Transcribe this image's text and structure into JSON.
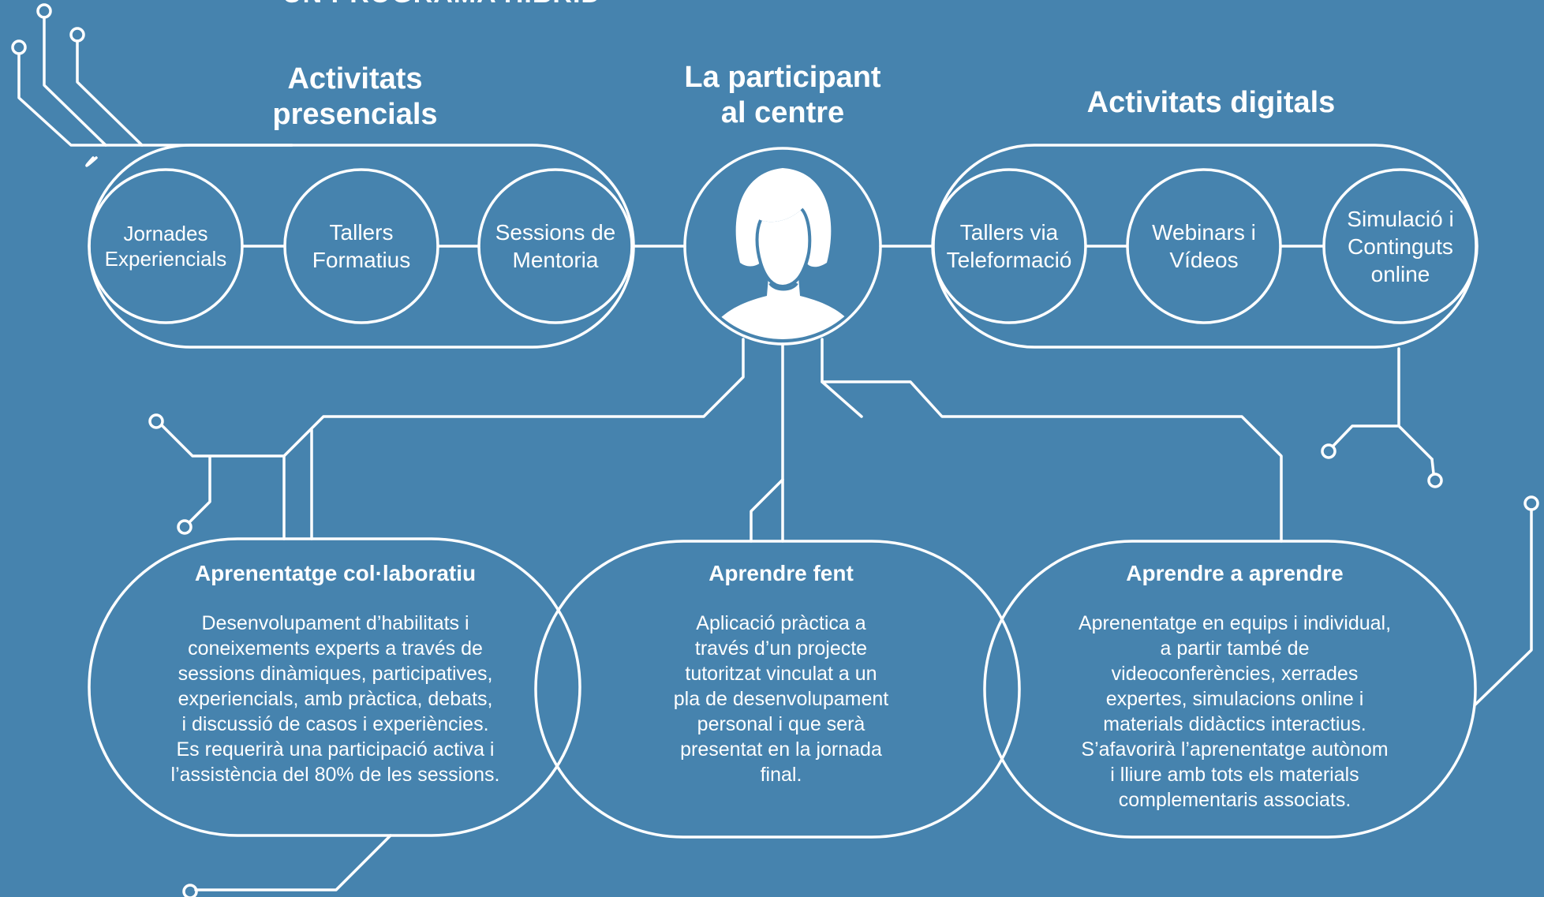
{
  "program_title": "UN PROGRAMA HÍBRID",
  "center": {
    "title": "La participant\nal centre",
    "icon": "participant-avatar-icon"
  },
  "presencial": {
    "title": "Activitats\npresencials",
    "items": [
      "Jornades\nExperiencials",
      "Tallers\nFormatius",
      "Sessions de\nMentoria"
    ]
  },
  "digital": {
    "title": "Activitats digitals",
    "items": [
      "Tallers via\nTeleformació",
      "Webinars i\nVídeos",
      "Simulació i\nContinguts\nonline"
    ]
  },
  "learning": [
    {
      "title": "Aprenentatge col·laboratiu",
      "body": "Desenvolupament d’habilitats i\nconeixements experts a través de\nsessions dinàmiques, participatives,\nexperiencials, amb pràctica, debats,\ni discussió de casos i experiències.\nEs requerirà una participació activa i\nl’assistència del 80% de les sessions."
    },
    {
      "title": "Aprendre fent",
      "body": "Aplicació pràctica a\ntravés d’un projecte\ntutoritzat vinculat a un\npla de desenvolupament\npersonal i que serà\npresentat en la jornada\nfinal."
    },
    {
      "title": "Aprendre a aprendre",
      "body": "Aprenentatge en equips i individual,\na partir també de\nvideoconferències, xerrades\nexpertes, simulacions online i\nmaterials didàctics interactius.\nS’afavorirà l’aprenentatge autònom\ni lliure amb tots els materials\ncomplementaris associats."
    }
  ],
  "colors": {
    "background": "#4683ae",
    "line": "#ffffff"
  }
}
